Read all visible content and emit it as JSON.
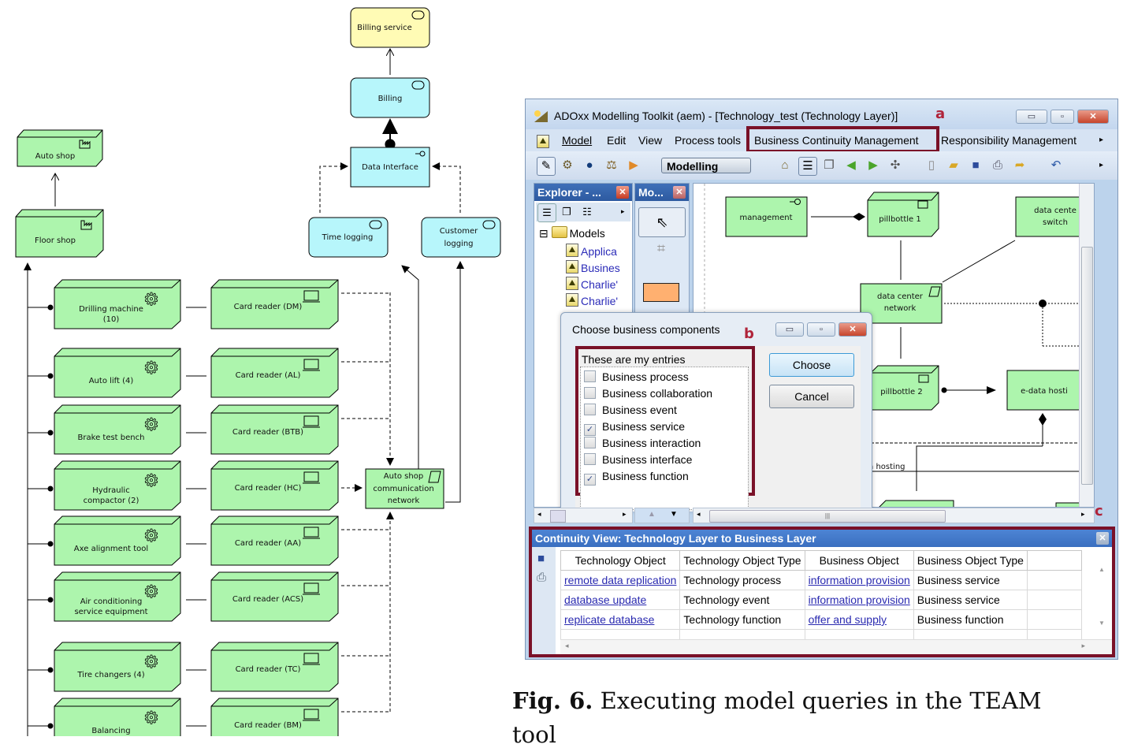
{
  "diagram": {
    "nodes": {
      "billing_service": "Billing service",
      "billing": "Billing",
      "data_interface": "Data Interface",
      "time_logging": "Time logging",
      "customer_logging": [
        "Customer",
        "logging"
      ],
      "auto_shop": "Auto shop",
      "floor_shop": "Floor shop",
      "network": [
        "Auto shop",
        "communication",
        "network"
      ]
    },
    "machines": [
      {
        "name": [
          "Drilling machine",
          "(10)"
        ],
        "reader": "Card reader (DM)"
      },
      {
        "name": [
          "Auto lift (4)"
        ],
        "reader": "Card reader (AL)"
      },
      {
        "name": [
          "Brake test bench"
        ],
        "reader": "Card reader (BTB)"
      },
      {
        "name": [
          "Hydraulic",
          "compactor (2)"
        ],
        "reader": "Card reader (HC)"
      },
      {
        "name": [
          "Axe alignment tool"
        ],
        "reader": "Card reader (AA)"
      },
      {
        "name": [
          "Air conditioning",
          "service equipment"
        ],
        "reader": "Card reader (ACS)"
      },
      {
        "name": [
          "Tire changers (4)"
        ],
        "reader": "Card reader (TC)"
      },
      {
        "name": [
          "Balancing"
        ],
        "reader": "Card reader (BM)"
      }
    ]
  },
  "window": {
    "title": "ADOxx Modelling Toolkit (aem) - [Technology_test (Technology Layer)]",
    "annotation_a": "a",
    "annotation_b": "b",
    "annotation_c": "c",
    "menu": {
      "model": "Model",
      "edit": "Edit",
      "view": "View",
      "process_tools": "Process tools",
      "bcm": "Business Continuity Management",
      "responsibility": "Responsibility Management"
    },
    "mode": "Modelling",
    "explorer": {
      "title": "Explorer - ...",
      "root": "Models",
      "items": [
        "Applica",
        "Busines",
        "Charlie'",
        "Charlie'"
      ]
    },
    "modeller_title": "Mo...",
    "canvas": {
      "management": "management",
      "pillbottle1": "pillbottle 1",
      "switch": [
        "data cente",
        "switch"
      ],
      "dc_network": [
        "data center",
        "network"
      ],
      "pillbottle2": "pillbottle 2",
      "edata": "e-data hosti",
      "edata_group": "e-data hosting"
    },
    "dialog": {
      "title": "Choose business components",
      "list_label": "These are my entries",
      "entries": [
        {
          "label": "Business process",
          "checked": false
        },
        {
          "label": "Business collaboration",
          "checked": false
        },
        {
          "label": "Business event",
          "checked": false
        },
        {
          "label": "Business service",
          "checked": true
        },
        {
          "label": "Business interaction",
          "checked": false
        },
        {
          "label": "Business interface",
          "checked": false
        },
        {
          "label": "Business function",
          "checked": true
        }
      ],
      "choose": "Choose",
      "cancel": "Cancel"
    },
    "results": {
      "title": "Continuity View: Technology Layer to Business Layer",
      "columns": [
        "Technology Object",
        "Technology Object Type",
        "Business Object",
        "Business Object Type"
      ],
      "rows": [
        [
          "remote data replication",
          "Technology process",
          "information provision",
          "Business service"
        ],
        [
          "database update",
          "Technology event",
          "information provision",
          "Business service"
        ],
        [
          "replicate database",
          "Technology function",
          "offer and supply",
          "Business function"
        ]
      ]
    }
  },
  "caption": {
    "label": "Fig. 6.",
    "text": " Executing model queries in the TEAM",
    "text2": "tool"
  }
}
